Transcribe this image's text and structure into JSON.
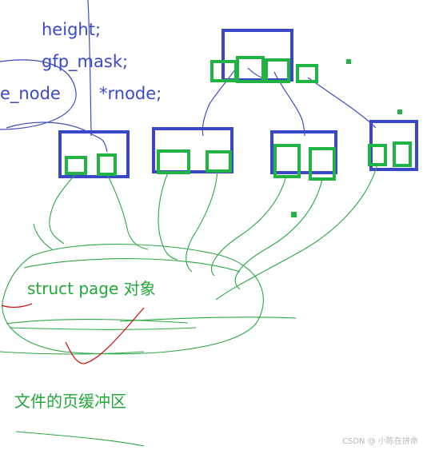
{
  "labels": {
    "height": "height;",
    "gfp_mask": "gfp_mask;",
    "e_node": "e_node",
    "rnode": "*rnode;",
    "struct_page": "struct page 对象",
    "page_cache": "文件的页缓冲区"
  },
  "watermark": "CSDN @ 小陈在拼命",
  "colors": {
    "blue": "#3a47c8",
    "green": "#22b345",
    "red": "#d01818"
  }
}
